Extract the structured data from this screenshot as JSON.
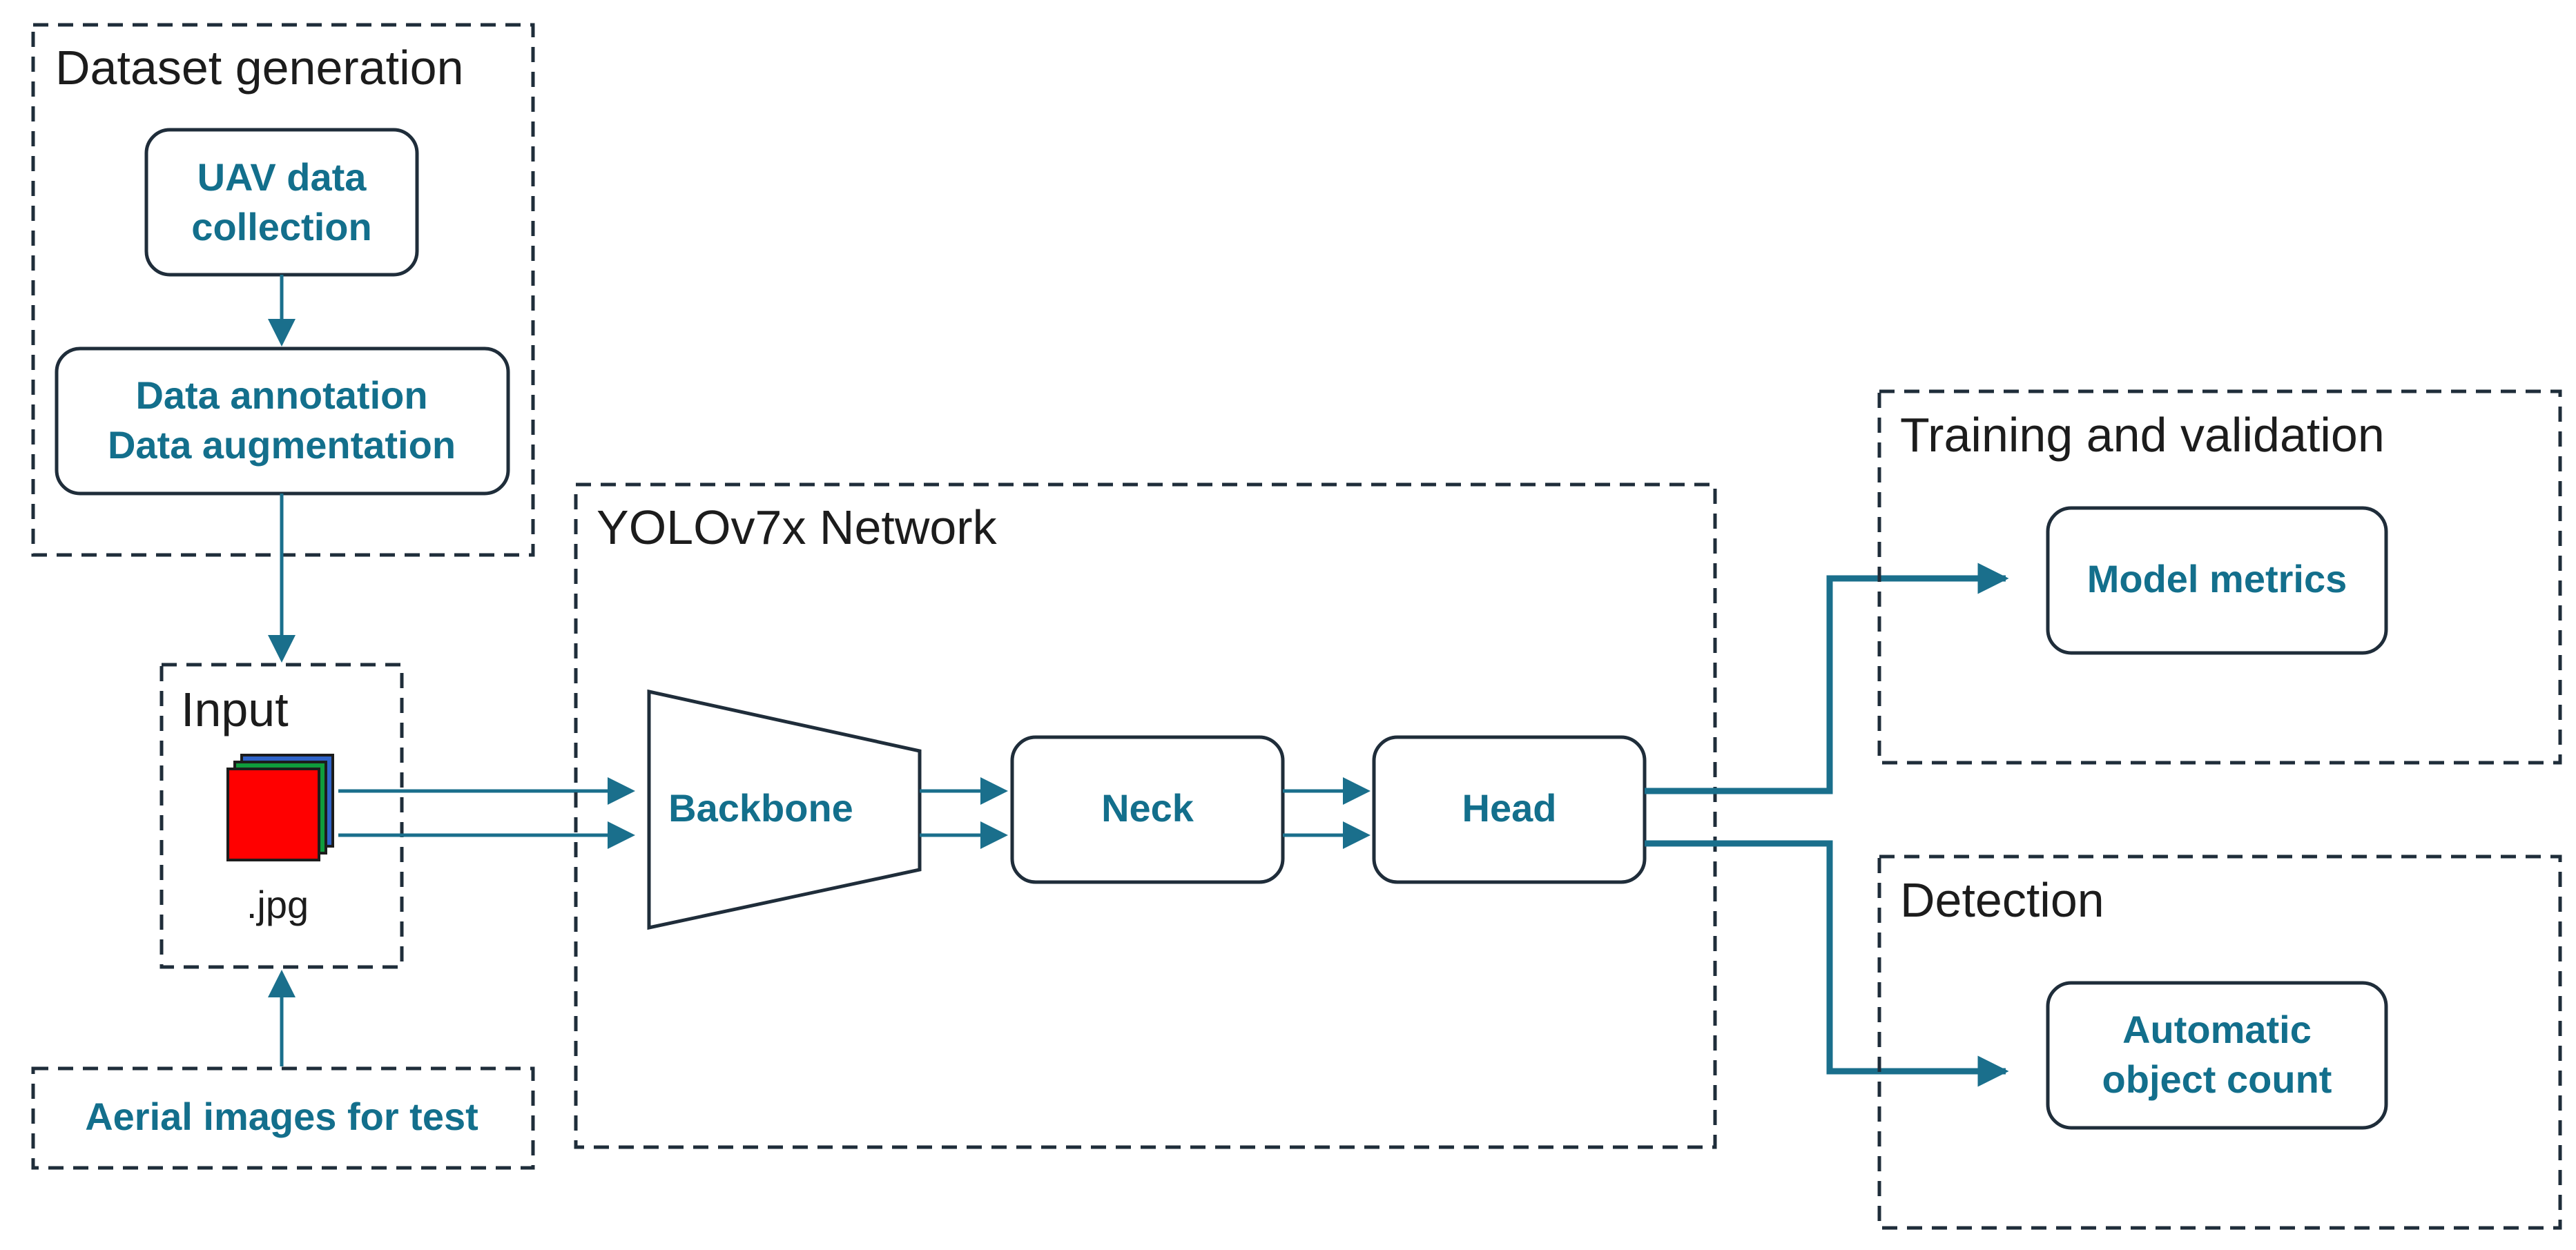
{
  "colors": {
    "accent": "#136f8c",
    "arrow": "#1a6f8c",
    "outline": "#1f2d3a",
    "image_front": "#ff0000",
    "image_middle": "#0f9c3c",
    "image_back": "#2f63c8"
  },
  "groups": {
    "dataset": {
      "title": "Dataset generation"
    },
    "input": {
      "title": "Input",
      "file_label": ".jpg",
      "icon": "image-stack-icon"
    },
    "network": {
      "title": "YOLOv7x Network"
    },
    "training": {
      "title": "Training and validation"
    },
    "detection": {
      "title": "Detection"
    },
    "test": {
      "title": "Aerial images for test"
    }
  },
  "nodes": {
    "uav": {
      "lines": [
        "UAV data",
        "collection"
      ]
    },
    "annotation": {
      "lines": [
        "Data annotation",
        "Data augmentation"
      ]
    },
    "backbone": {
      "label": "Backbone"
    },
    "neck": {
      "label": "Neck"
    },
    "head": {
      "label": "Head"
    },
    "metrics": {
      "label": "Model metrics"
    },
    "count": {
      "lines": [
        "Automatic",
        "object count"
      ]
    }
  }
}
